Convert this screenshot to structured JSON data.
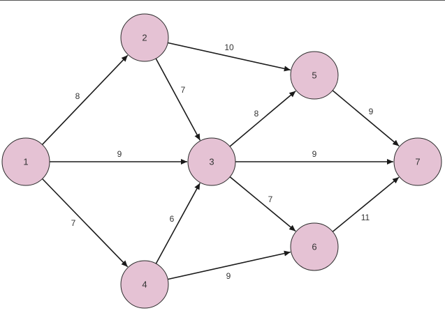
{
  "colors": {
    "node_fill": "#e5c2d4",
    "node_stroke": "#2a2a2a",
    "edge": "#1a1a1a"
  },
  "nodes": [
    {
      "id": "1",
      "label": "1"
    },
    {
      "id": "2",
      "label": "2"
    },
    {
      "id": "3",
      "label": "3"
    },
    {
      "id": "4",
      "label": "4"
    },
    {
      "id": "5",
      "label": "5"
    },
    {
      "id": "6",
      "label": "6"
    },
    {
      "id": "7",
      "label": "7"
    }
  ],
  "edges": [
    {
      "from": "1",
      "to": "2",
      "weight": "8"
    },
    {
      "from": "1",
      "to": "3",
      "weight": "9"
    },
    {
      "from": "1",
      "to": "4",
      "weight": "7"
    },
    {
      "from": "2",
      "to": "5",
      "weight": "10"
    },
    {
      "from": "2",
      "to": "3",
      "weight": "7"
    },
    {
      "from": "4",
      "to": "3",
      "weight": "6"
    },
    {
      "from": "4",
      "to": "6",
      "weight": "9"
    },
    {
      "from": "3",
      "to": "5",
      "weight": "8"
    },
    {
      "from": "3",
      "to": "7",
      "weight": "9"
    },
    {
      "from": "3",
      "to": "6",
      "weight": "7"
    },
    {
      "from": "5",
      "to": "7",
      "weight": "9"
    },
    {
      "from": "6",
      "to": "7",
      "weight": "11"
    }
  ]
}
